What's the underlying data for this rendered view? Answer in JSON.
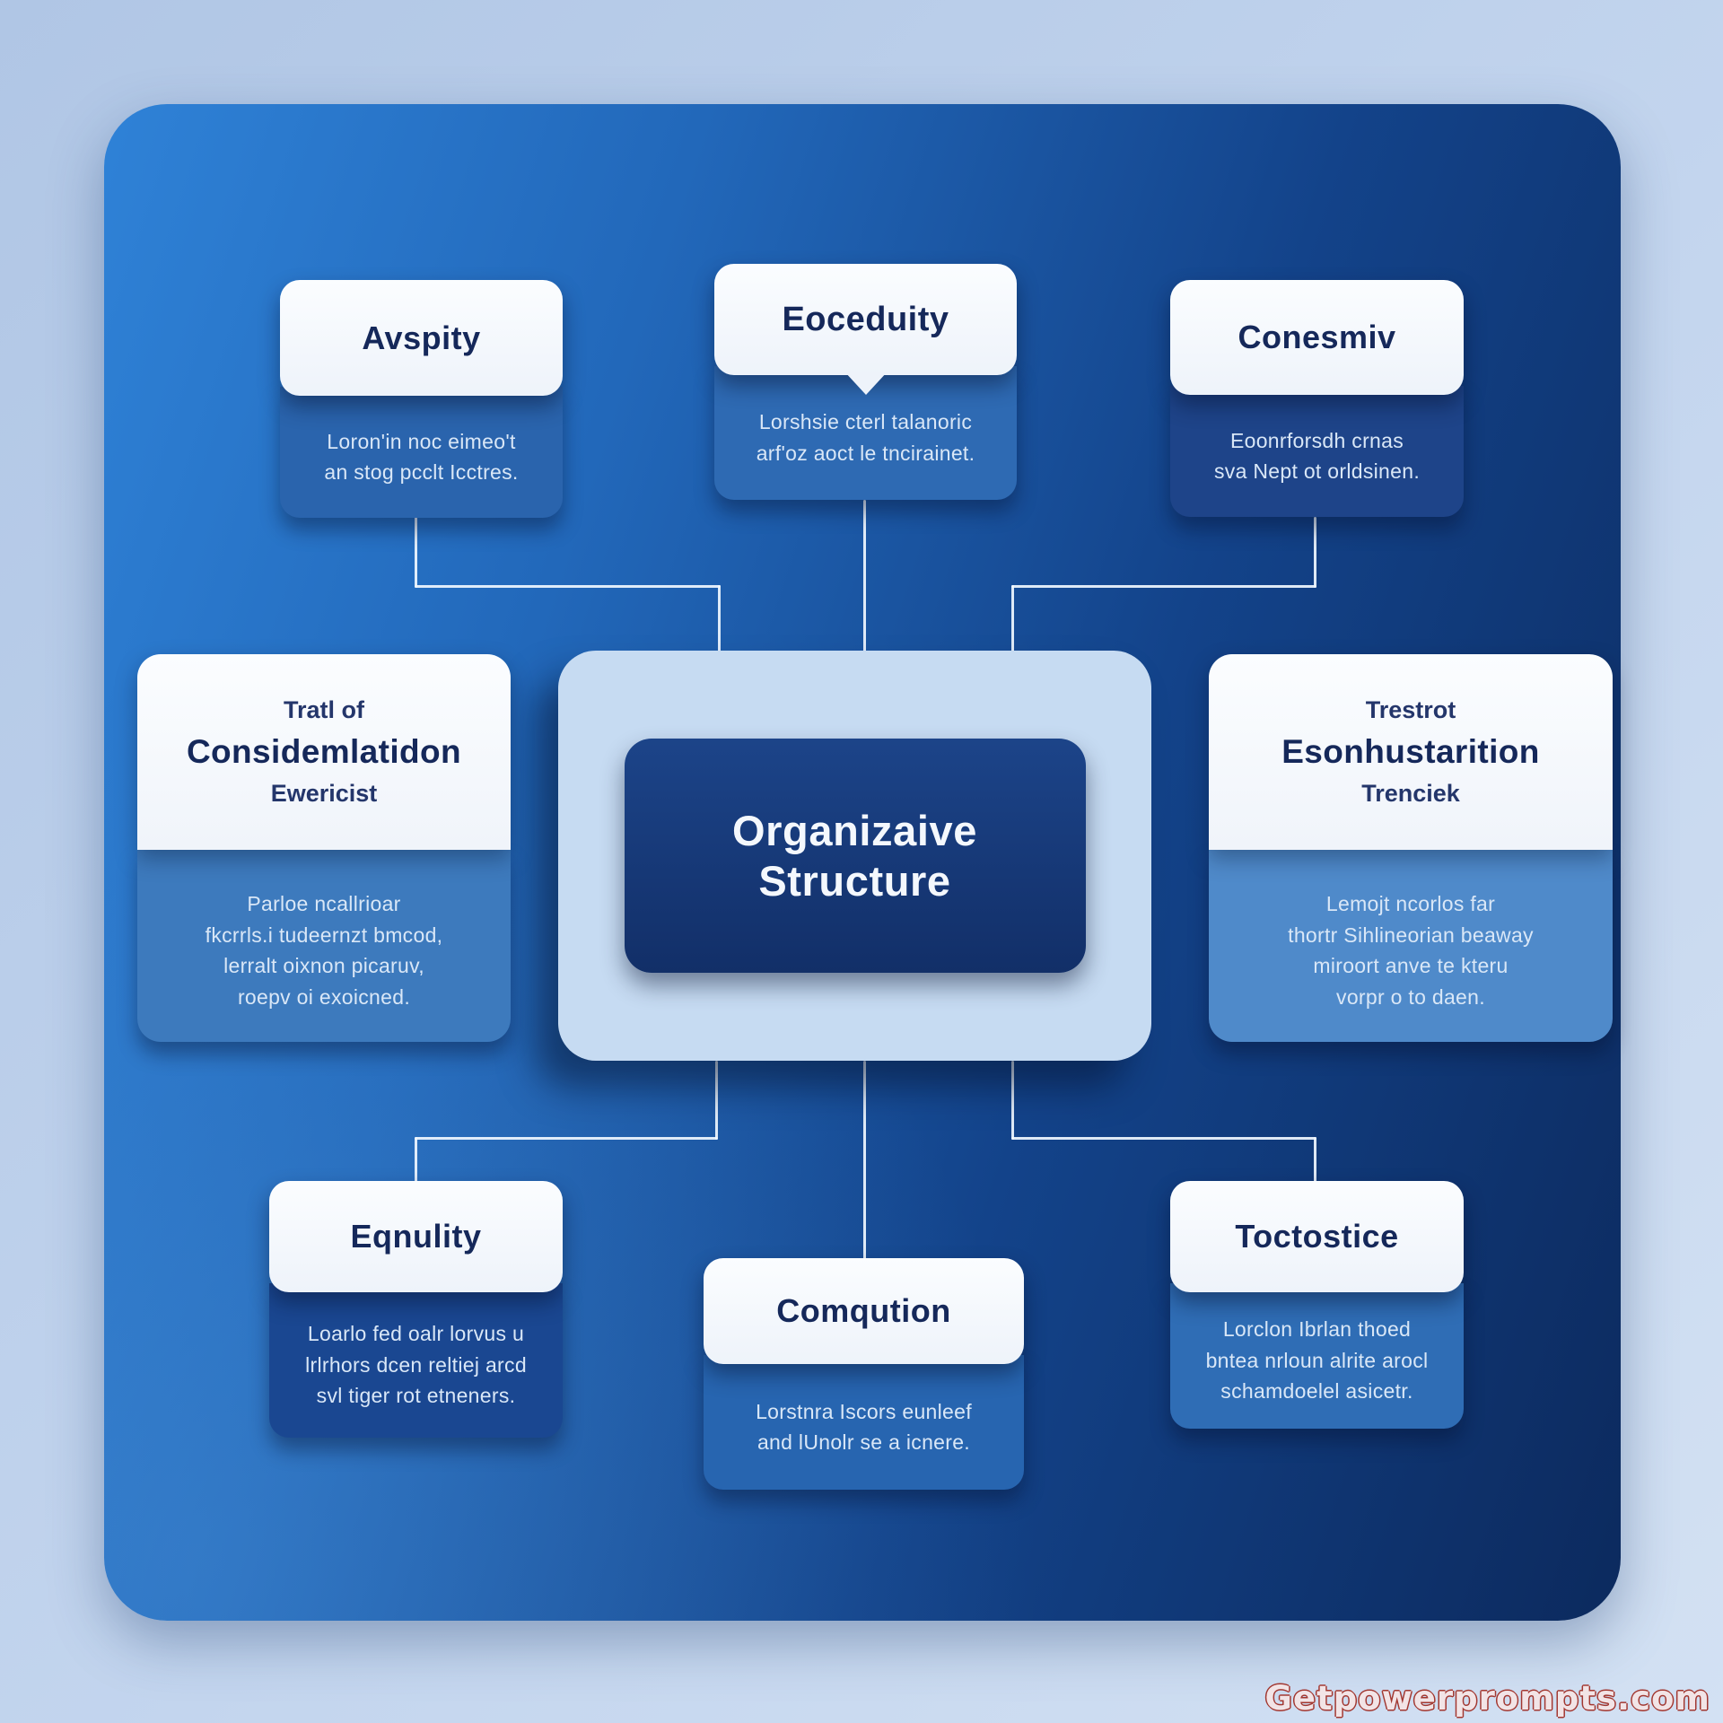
{
  "page": {
    "watermark": "Getpowerprompts.com"
  },
  "center": {
    "title": "Organizaive\nStructure"
  },
  "nodes": {
    "top_left": {
      "title": "Avspity",
      "desc": "Loron'in noc eimeo't\nan stog pcclt Icctres."
    },
    "top_center": {
      "title": "Eoceduity",
      "desc": "Lorshsie cterl talanoric\narf'oz aoct le tncirainet."
    },
    "top_right": {
      "title": "Conesmiv",
      "desc": "Eoonrforsdh crnas\nsva Nept ot orldsinen."
    },
    "mid_left": {
      "title_top": "Tratl of",
      "title_main": "Considemlatidon",
      "title_bottom": "Ewericist",
      "desc": "Parloe ncallrioar\nfkcrrls.i tudeernzt bmcod,\nlerralt oixnon picaruv,\nroepv oi exoicned."
    },
    "mid_right": {
      "title_top": "Trestrot",
      "title_main": "Esonhustarition",
      "title_bottom": "Trenciek",
      "desc": "Lemojt ncorlos far\nthortr Sihlineorian beaway\nmiroort anve te kteru\nvorpr o to daen."
    },
    "bottom_left": {
      "title": "Eqnulity",
      "desc": "Loarlo fed oalr lorvus u\nlrlrhors dcen reltiej arcd\nsvl tiger rot etneners."
    },
    "bottom_center": {
      "title": "Comqution",
      "desc": "Lorstnra Iscors eunleef\nand lUnolr se a icnere."
    },
    "bottom_right": {
      "title": "Toctostice",
      "desc": "Lorclon Ibrlan thoed\nbntea nrloun alrite arocl\nschamdoelel asicetr."
    }
  },
  "colors": {
    "panel_light": "#2f82d7",
    "panel_dark": "#0c2a5e",
    "card_header_bg": "#f7fafd",
    "title_text": "#15285a",
    "desc_text": "#d9e7f7",
    "center_outer": "#c6dbf2",
    "center_inner_top": "#1c4489",
    "center_inner_bottom": "#122f68",
    "connector": "#f0f7ff",
    "watermark_red": "#a23730"
  }
}
